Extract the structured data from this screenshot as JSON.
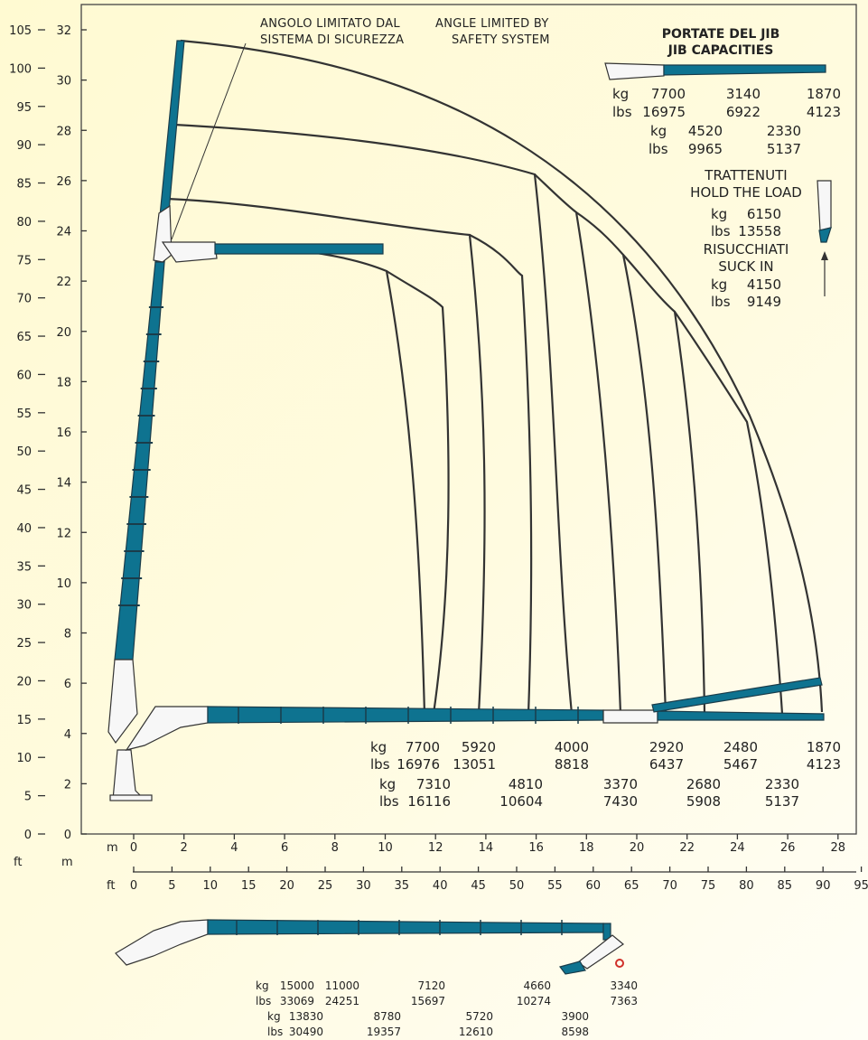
{
  "axes": {
    "left_ft_ticks": [
      "105",
      "100",
      "95",
      "90",
      "85",
      "80",
      "75",
      "70",
      "65",
      "60",
      "55",
      "50",
      "45",
      "40",
      "35",
      "30",
      "25",
      "20",
      "15",
      "10",
      "5",
      "0"
    ],
    "left_m_ticks": [
      "32",
      "30",
      "28",
      "26",
      "24",
      "22",
      "20",
      "18",
      "16",
      "14",
      "12",
      "10",
      "8",
      "6",
      "4",
      "2",
      "0"
    ],
    "ft_unit": "ft",
    "m_unit": "m",
    "bottom_m_ticks": [
      "0",
      "2",
      "4",
      "6",
      "8",
      "10",
      "12",
      "14",
      "16",
      "18",
      "20",
      "22",
      "24",
      "26",
      "28"
    ],
    "bottom_ft_ticks": [
      "0",
      "5",
      "10",
      "15",
      "20",
      "25",
      "30",
      "35",
      "40",
      "45",
      "50",
      "55",
      "60",
      "65",
      "70",
      "75",
      "80",
      "85",
      "90",
      "95"
    ]
  },
  "notes": {
    "angle_it": "ANGOLO LIMITATO DAL",
    "angle_it2": "SISTEMA DI SICUREZZA",
    "angle_en": "ANGLE LIMITED BY",
    "angle_en2": "SAFETY SYSTEM"
  },
  "jib": {
    "title_it": "PORTATE DEL JIB",
    "title_en": "JIB CAPACITIES",
    "row1_kg_label": "kg",
    "row1_kg": [
      "7700",
      "3140",
      "1870"
    ],
    "row1_lbs_label": "lbs",
    "row1_lbs": [
      "16975",
      "6922",
      "4123"
    ],
    "row2_kg_label": "kg",
    "row2_kg": [
      "4520",
      "2330"
    ],
    "row2_lbs_label": "lbs",
    "row2_lbs": [
      "9965",
      "5137"
    ],
    "hold_it": "TRATTENUTI",
    "hold_en": "HOLD THE LOAD",
    "hold_kg_label": "kg",
    "hold_kg": "6150",
    "hold_lbs_label": "lbs",
    "hold_lbs": "13558",
    "suck_it": "RISUCCHIATI",
    "suck_en": "SUCK IN",
    "suck_kg_label": "kg",
    "suck_kg": "4150",
    "suck_lbs_label": "lbs",
    "suck_lbs": "9149"
  },
  "main_caps": {
    "kg_label": "kg",
    "lbs_label": "lbs",
    "row1_kg": [
      "7700",
      "5920",
      "4000",
      "2920",
      "2480",
      "1870"
    ],
    "row1_lbs": [
      "16976",
      "13051",
      "8818",
      "6437",
      "5467",
      "4123"
    ],
    "row2_kg": [
      "7310",
      "4810",
      "3370",
      "2680",
      "2330"
    ],
    "row2_lbs": [
      "16116",
      "10604",
      "7430",
      "5908",
      "5137"
    ]
  },
  "bottom_caps": {
    "kg_label": "kg",
    "lbs_label": "lbs",
    "row1_kg": [
      "15000",
      "11000",
      "7120",
      "4660",
      "3340"
    ],
    "row1_lbs": [
      "33069",
      "24251",
      "15697",
      "10274",
      "7363"
    ],
    "row2_kg": [
      "13830",
      "8780",
      "5720",
      "3900"
    ],
    "row2_lbs": [
      "30490",
      "19357",
      "12610",
      "8598"
    ]
  },
  "colors": {
    "boom": "#0e7390",
    "background": "#fffad2",
    "hook": "#d0302a"
  }
}
